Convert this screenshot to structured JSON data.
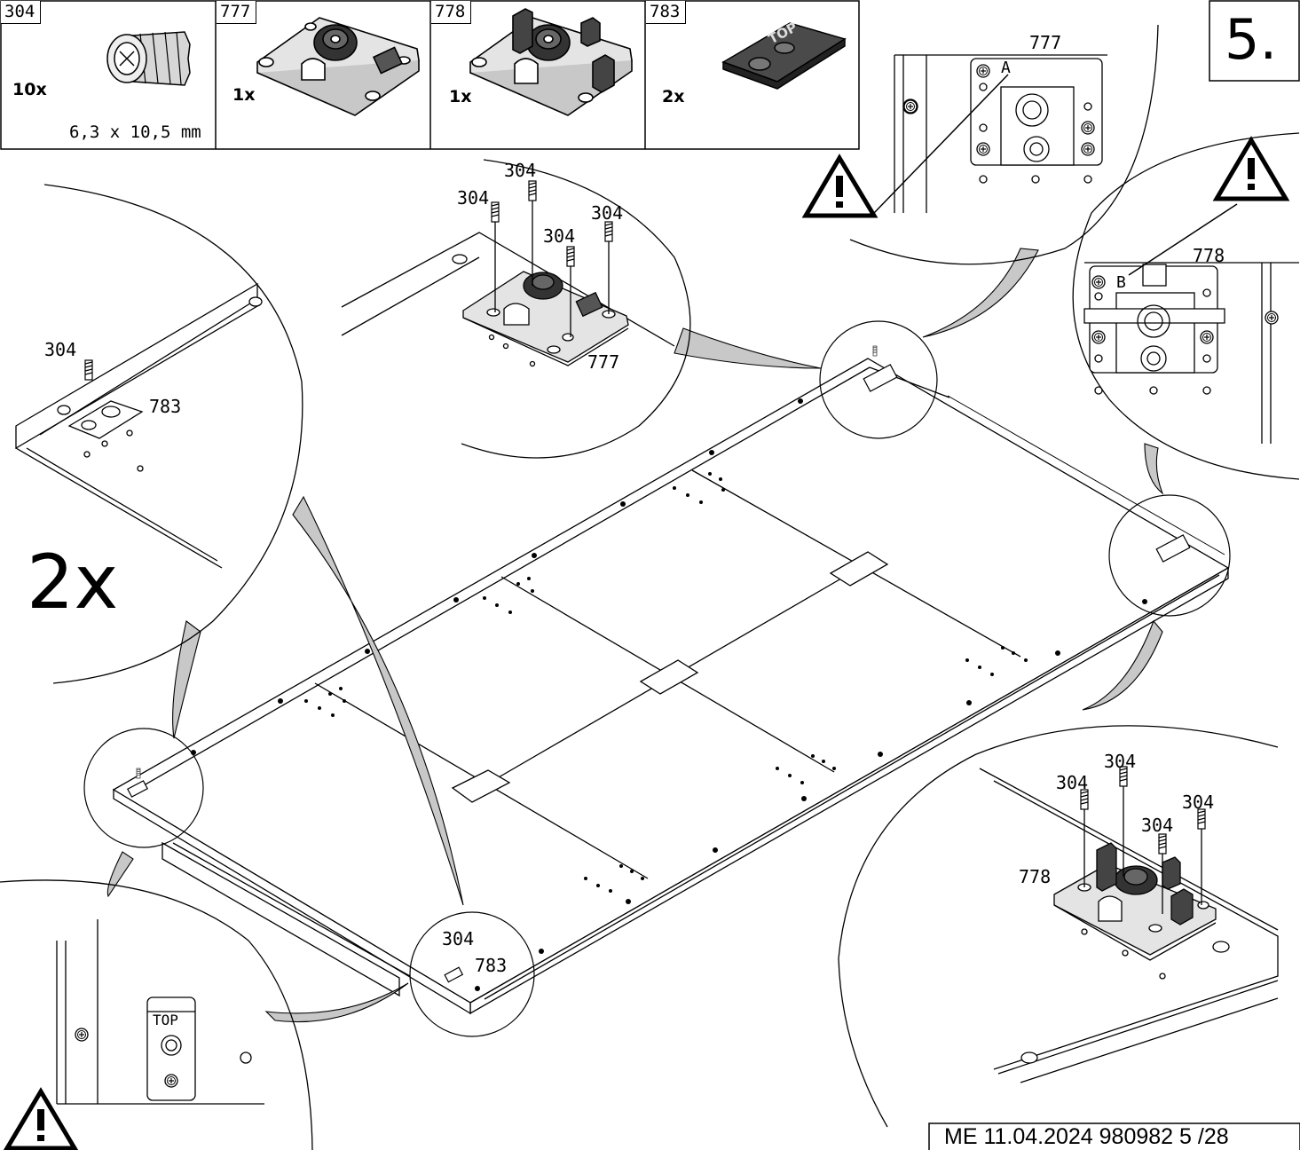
{
  "step": {
    "number": "5."
  },
  "parts_header": [
    {
      "id": "304",
      "qty": "10x",
      "size": "6,3 x 10,5 mm"
    },
    {
      "id": "777",
      "qty": "1x"
    },
    {
      "id": "778",
      "qty": "1x"
    },
    {
      "id": "783",
      "qty": "2x"
    }
  ],
  "labels": {
    "detail_777_title": "777",
    "detail_777_marker": "A",
    "detail_778_title": "778",
    "detail_778_marker": "B",
    "top_plate_text": "TOP",
    "top_part_text": "TOP",
    "repeat_count": "2x",
    "callout_304_a": "304",
    "callout_304_b": "304",
    "callout_304_c": "304",
    "callout_304_d": "304",
    "callout_777": "777",
    "callout_304_e": "304",
    "callout_783_e": "783",
    "callout_304_f": "304",
    "callout_783_f": "783",
    "callout_304_g": "304",
    "callout_304_h": "304",
    "callout_304_i": "304",
    "callout_304_j": "304",
    "callout_778": "778"
  },
  "footer": {
    "text": "ME   11.04.2024 980982  5 /28"
  },
  "icons": [
    "warning-triangle-icon",
    "screw-insert-icon",
    "screw-head-icon"
  ]
}
